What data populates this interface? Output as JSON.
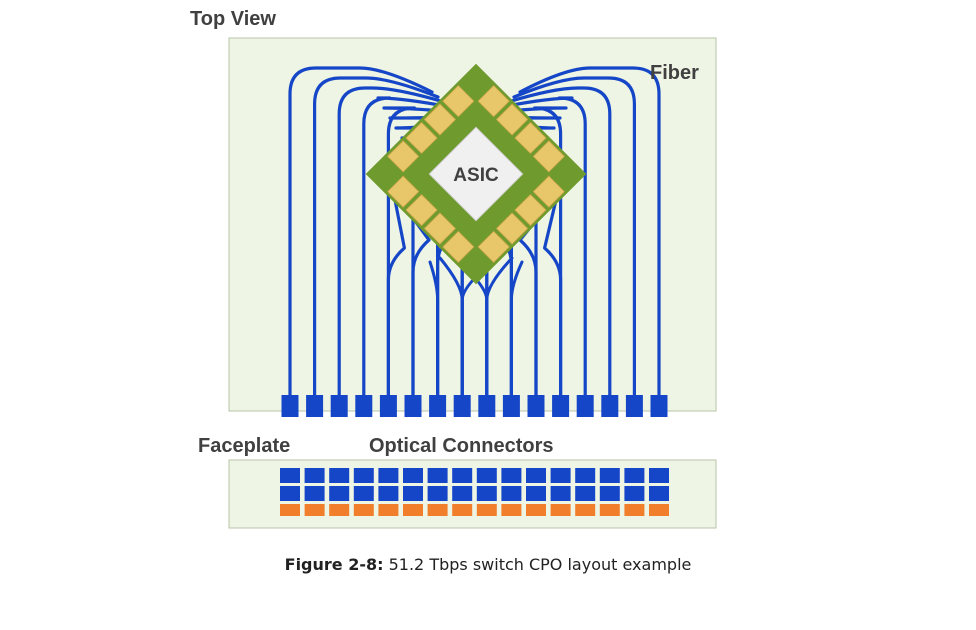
{
  "labels": {
    "top_view": "Top View",
    "fiber": "Fiber",
    "asic": "ASIC",
    "faceplate": "Faceplate",
    "optical_connectors": "Optical Connectors"
  },
  "caption": {
    "prefix": "Figure 2-8:",
    "text": " 51.2 Tbps switch CPO layout example"
  },
  "counts": {
    "fiber_connectors": 16,
    "faceplate_rows": 3,
    "faceplate_columns": 16,
    "optical_engines_per_side": 4
  },
  "colors": {
    "panel_fill": "#eef5e4",
    "panel_stroke": "#b7c4aa",
    "fiber": "#1546c8",
    "connector_blue": "#1546c8",
    "connector_orange": "#f07e2a",
    "substrate": "#6e9a2e",
    "optical_engine": "#e8c76a",
    "asic_die": "#f0f0f0",
    "label": "#404040"
  }
}
